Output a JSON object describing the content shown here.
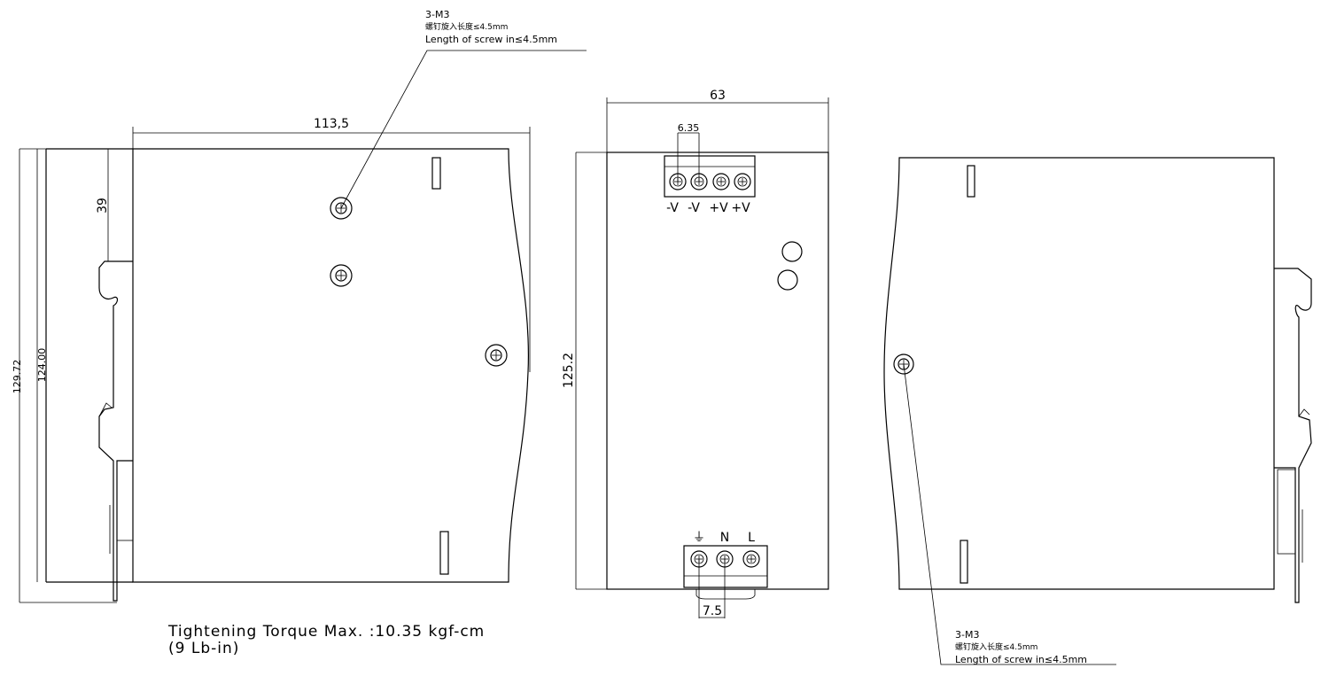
{
  "dimensions": {
    "side_width": "113,5",
    "front_width": "63",
    "terminal_pitch_top": "6.35",
    "terminal_pitch_bottom": "7.5",
    "rail_offset": "39",
    "overall_height_rail": "129.72",
    "body_height": "124.00",
    "front_height": "125.2"
  },
  "screw_note_top": {
    "line1": "3-M3",
    "line2": "螺钉旋入长度≤4.5mm",
    "line3": "Length of screw in≤4.5mm"
  },
  "screw_note_bottom": {
    "line1": "3-M3",
    "line2": "螺钉旋入长度≤4.5mm",
    "line3": "Length of screw in≤4.5mm"
  },
  "terminals": {
    "output_labels": [
      "-V",
      "-V",
      "+V",
      "+V"
    ],
    "input_labels": [
      "⏚",
      "N",
      "L"
    ]
  },
  "torque": {
    "line1": "Tightening Torque Max. :10.35 kgf-cm",
    "line2": "(9 Lb-in)"
  },
  "colors": {
    "line": "#000000",
    "background": "#ffffff"
  }
}
